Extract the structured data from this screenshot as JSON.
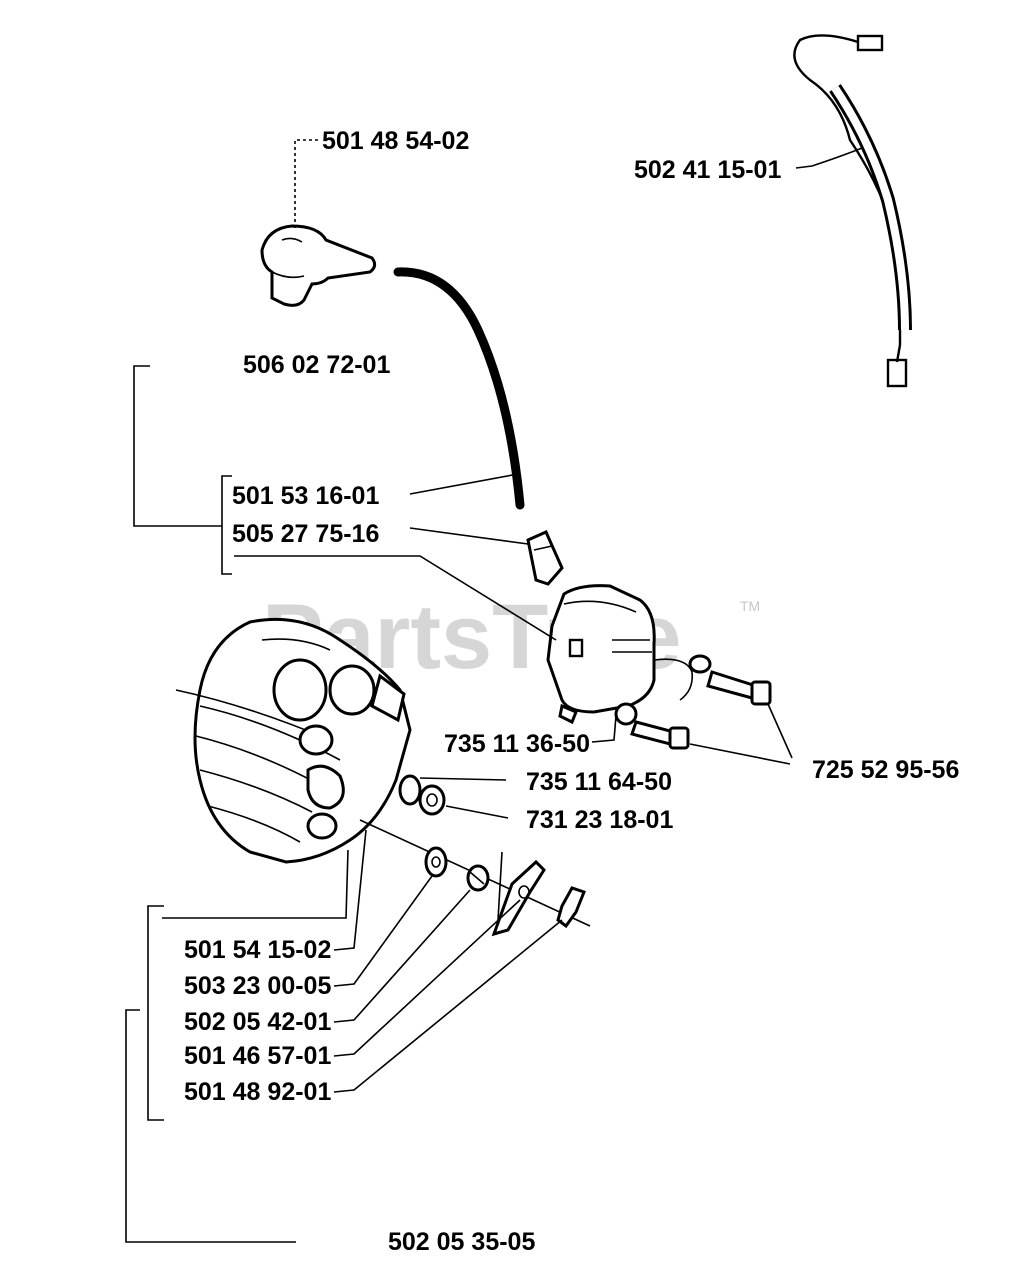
{
  "watermark": {
    "text": "PartsTree",
    "tm": "TM"
  },
  "parts": {
    "spark_plug_cap": "501 48 54-02",
    "stop_wire": "502 41 15-01",
    "ignition_module_kit": "506 02 72-01",
    "ht_lead": "501 53 16-01",
    "ht_lead_nipple": "505 27 75-16",
    "ignition_module": "735 11 36-50",
    "module_screw": "725 52 95-56",
    "washer": "735 11 64-50",
    "nut": "731 23 18-01",
    "flywheel": "501 54 15-02",
    "flywheel_washer": "503 23 00-05",
    "spring": "502 05 42-01",
    "pawl": "501 46 57-01",
    "pawl_bolt": "501 48 92-01",
    "flywheel_kit": "502 05 35-05"
  },
  "colors": {
    "ink": "#000000",
    "background": "#ffffff",
    "watermark": "#d6d6d6"
  }
}
